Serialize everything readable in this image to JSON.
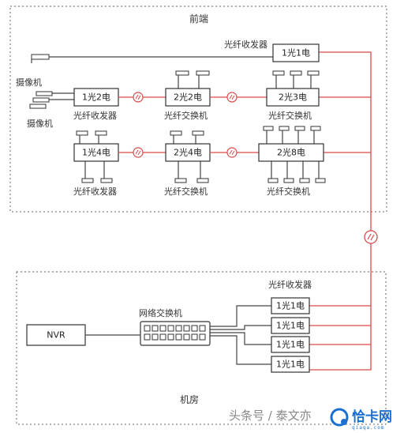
{
  "zones": {
    "front_label": "前端",
    "room_label": "机房"
  },
  "front": {
    "top_transceiver": {
      "title": "光纤收发器",
      "box": "1光1电"
    },
    "camera_label_1": "摄像机",
    "camera_label_2": "摄像机",
    "row2": {
      "transceiver": {
        "box": "1光2电",
        "label": "光纤收发器"
      },
      "switch_a": {
        "box": "2光2电",
        "label": "光纤交换机"
      },
      "switch_b": {
        "box": "2光3电",
        "label": "光纤交换机"
      }
    },
    "row3": {
      "transceiver": {
        "box": "1光4电",
        "label": "光纤收发器"
      },
      "switch_a": {
        "box": "2光4电",
        "label": "光纤交换机"
      },
      "switch_b": {
        "box": "2光8电",
        "label": "光纤交换机"
      }
    }
  },
  "room": {
    "transceivers_title": "光纤收发器",
    "transceivers": [
      "1光1电",
      "1光1电",
      "1光1电",
      "1光1电"
    ],
    "network_switch_label": "网络交换机",
    "nvr_label": "NVR"
  },
  "watermark": {
    "text": "头条号 / 泰文亦",
    "brand": "恰卡网",
    "brand_sub": "qiaqa.com"
  },
  "colors": {
    "fiber": "#d94a4a",
    "line": "#444444",
    "brand": "#1a6fd1"
  }
}
